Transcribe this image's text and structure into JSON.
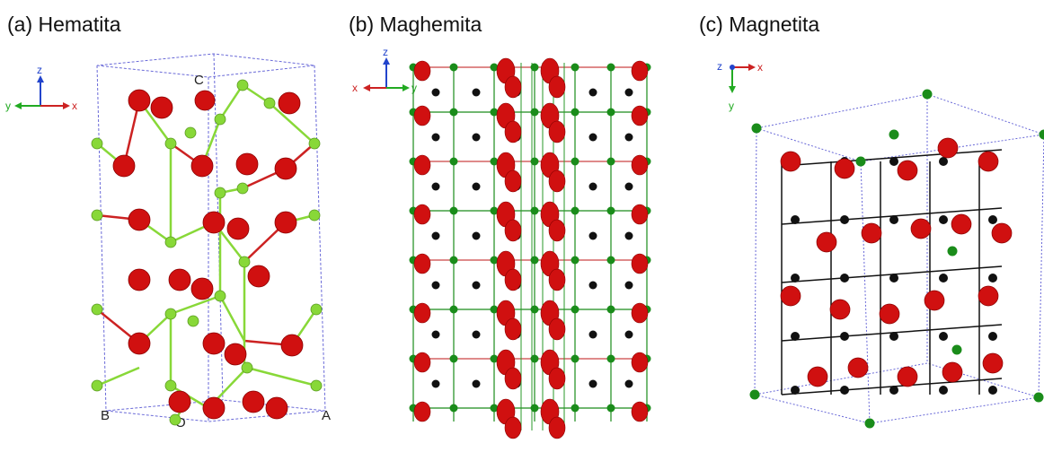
{
  "panels": [
    {
      "title": "(a)  Hematita",
      "axes": {
        "up": "z",
        "left": "y",
        "right": "x"
      },
      "corner_labels": {
        "top": "C",
        "bottom_left": "B",
        "bottom_mid": "O",
        "bottom_right": "A"
      },
      "atom_colors": {
        "oxygen": "#d01010",
        "iron": "#88d838"
      },
      "bond_colors": [
        "#88d838",
        "#cc2222"
      ]
    },
    {
      "title": "(b)  Maghemita",
      "axes": {
        "up": "z",
        "left": "x",
        "right": "y"
      },
      "atom_colors": {
        "oxygen": "#d01010",
        "iron_a": "#1a8c1a",
        "iron_b": "#111111"
      },
      "bond_colors": [
        "#1a8c1a",
        "#cc2222"
      ]
    },
    {
      "title": "(c)  Magnetita",
      "axes": {
        "left": "z",
        "right": "x",
        "down": "y"
      },
      "atom_colors": {
        "oxygen": "#d01010",
        "iron_a": "#1a8c1a",
        "iron_b": "#111111"
      },
      "bond_colors": [
        "#111111",
        "#cc2222",
        "#1a8c1a"
      ]
    }
  ]
}
